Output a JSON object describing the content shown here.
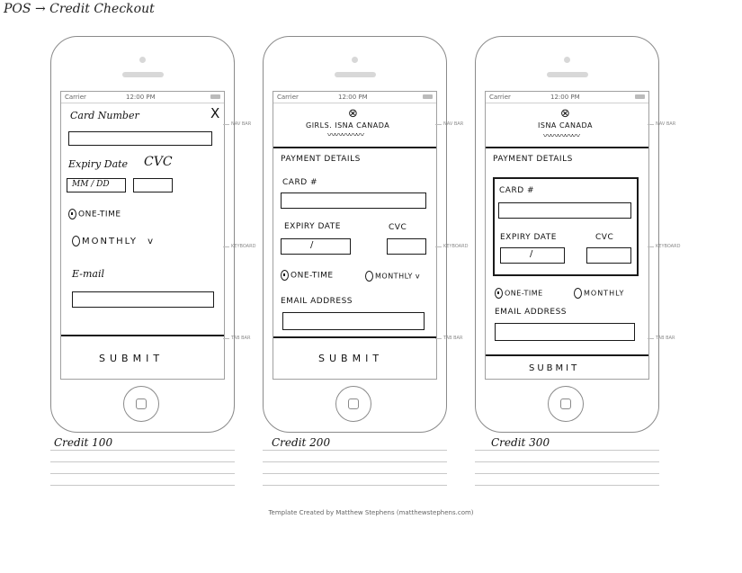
{
  "page_title": "POS → Credit Checkout",
  "side_labels": {
    "nav_bar": "NAV BAR",
    "keyboard": "KEYBOARD",
    "tab_bar": "TAB BAR"
  },
  "status_bar": {
    "carrier": "Carrier",
    "time": "12:00 PM"
  },
  "footer_credit": "Template Created by Matthew Stephens (matthewstephens.com)",
  "phones": [
    {
      "caption": "Credit 100",
      "close_glyph": "X",
      "card_number_label": "Card Number",
      "expiry_label": "Expiry Date",
      "cvc_label": "CVC",
      "expiry_placeholder": "MM / DD",
      "radio_one_time": "ONE-TIME",
      "radio_monthly": "MONTHLY",
      "monthly_chevron": "v",
      "email_label": "E-mail",
      "submit_label": "SUBMIT"
    },
    {
      "caption": "Credit 200",
      "header_title": "GIRLS. ISNA CANADA",
      "section_title": "PAYMENT DETAILS",
      "card_label": "CARD #",
      "expiry_label": "EXPIRY DATE",
      "cvc_label": "CVC",
      "expiry_value": "/",
      "radio_one_time": "ONE-TIME",
      "radio_monthly": "MONTHLY",
      "monthly_chevron": "v",
      "email_label": "EMAIL ADDRESS",
      "submit_label": "SUBMIT"
    },
    {
      "caption": "Credit 300",
      "header_title": "ISNA CANADA",
      "section_title": "PAYMENT DETAILS",
      "card_label": "CARD #",
      "expiry_label": "EXPIRY DATE",
      "cvc_label": "CVC",
      "expiry_value": "/",
      "radio_one_time": "ONE-TIME",
      "radio_monthly": "MONTHLY",
      "email_label": "EMAIL ADDRESS",
      "submit_label": "SUBMIT"
    }
  ]
}
